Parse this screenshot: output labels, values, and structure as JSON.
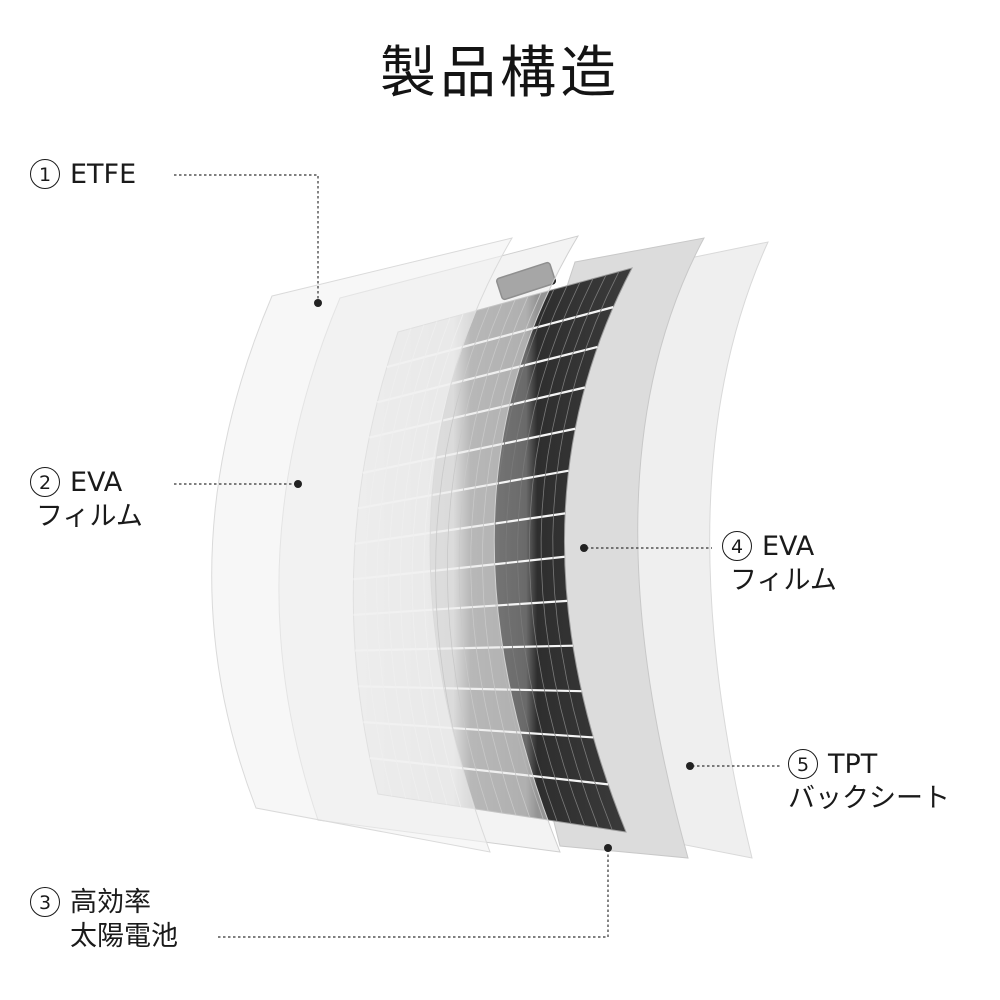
{
  "title": "製品構造",
  "layers": [
    {
      "number": "1",
      "name": "ETFE",
      "name2": ""
    },
    {
      "number": "2",
      "name": "EVA",
      "name2": "フィルム"
    },
    {
      "number": "3",
      "name": "高効率",
      "name2": "太陽電池"
    },
    {
      "number": "4",
      "name": "EVA",
      "name2": "フィルム"
    },
    {
      "number": "5",
      "name": "TPT",
      "name2": "バックシート"
    }
  ],
  "colors": {
    "etfe": "#f3f3f3",
    "eva": "#e8e8e8",
    "cell_light": "#d4d4d4",
    "cell_mid": "#8e8e8e",
    "cell_dark": "#3a3a3a",
    "backsheet": "#ececec",
    "leader": "#333333"
  }
}
